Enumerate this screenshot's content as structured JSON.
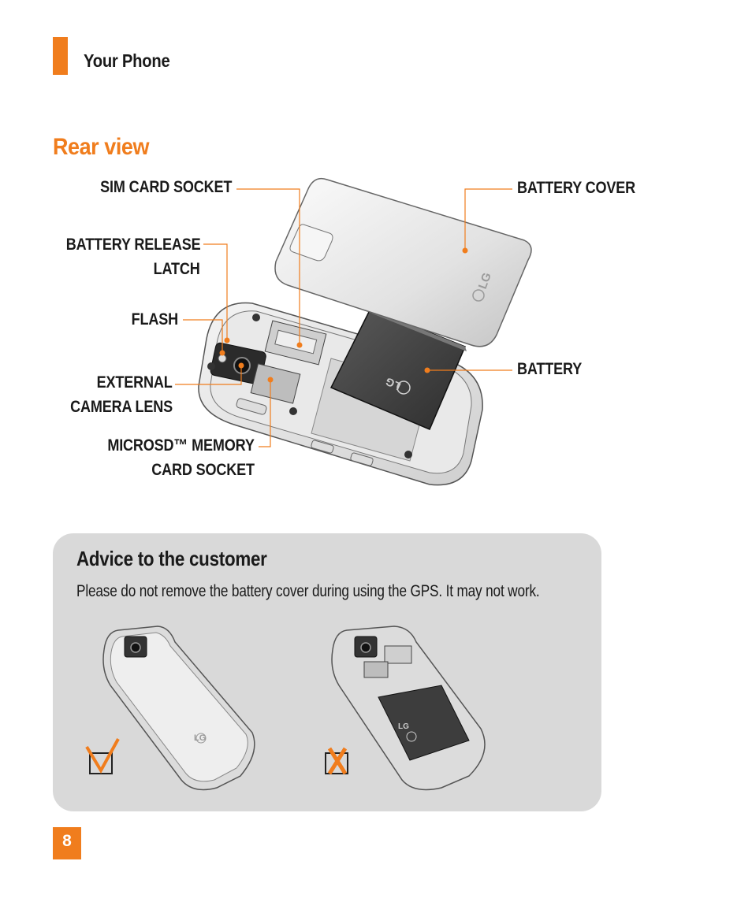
{
  "section": {
    "title": "Your Phone"
  },
  "page": {
    "heading": "Rear view",
    "number": "8"
  },
  "callouts": {
    "sim_card_socket": "SIM CARD SOCKET",
    "battery_release_latch_1": "BATTERY RELEASE",
    "battery_release_latch_2": "LATCH",
    "flash": "FLASH",
    "external_camera_lens_1": "EXTERNAL",
    "external_camera_lens_2": "CAMERA LENS",
    "microsd_socket_1": "MICROSD™ MEMORY",
    "microsd_socket_2": "CARD SOCKET",
    "battery_cover": "BATTERY COVER",
    "battery": "BATTERY"
  },
  "phone_branding": {
    "logo": "LG"
  },
  "advice": {
    "title": "Advice to the customer",
    "text": "Please do not remove the battery cover during using the GPS. It may not work.",
    "correct_mark": "check-icon",
    "incorrect_mark": "x-icon"
  },
  "colors": {
    "accent": "#f07d1d",
    "advice_bg": "#d9d9d9",
    "callout_line": "#f07d1d"
  }
}
